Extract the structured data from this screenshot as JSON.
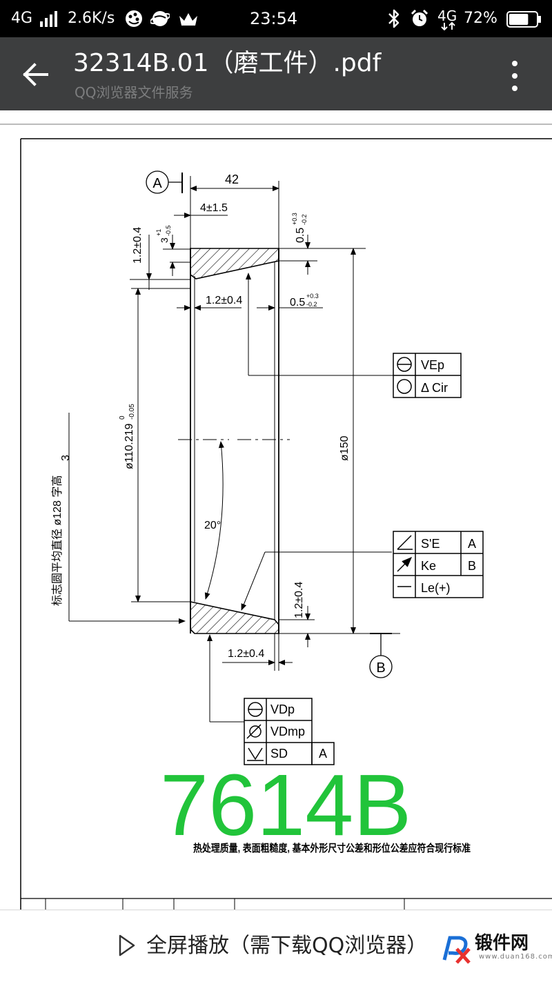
{
  "status_bar": {
    "network": "4G",
    "speed": "2.6K/s",
    "time": "23:54",
    "network_right": "4G",
    "battery_percent": "72%",
    "battery_level": 0.72,
    "icons": [
      "signal-icon",
      "app-notification-icon",
      "browser-notification-icon",
      "crown-icon",
      "bluetooth-icon",
      "alarm-icon",
      "battery-icon"
    ]
  },
  "app_bar": {
    "title": "32314B.01（磨工件）.pdf",
    "subtitle": "QQ浏览器文件服务",
    "back_icon": "back-arrow-icon",
    "menu_icon": "more-vert-icon"
  },
  "drawing": {
    "datum_a": "A",
    "datum_b": "B",
    "dim_width": "42",
    "dim_4": "4±1.5",
    "dim_3": "3",
    "dim_3_upper": "+1",
    "dim_3_lower": "-0.5",
    "dim_12_top_left": "1.2±0.4",
    "dim_05_top_base": "0.5",
    "dim_05_top_upper": "+0.3",
    "dim_05_top_lower": "-0.2",
    "dim_12_mid": "1.2±0.4",
    "dim_05_mid_base": "0.5",
    "dim_05_mid_upper": "+0.3",
    "dim_05_mid_lower": "-0.2",
    "dim_bore_base": "ø110.219",
    "dim_bore_upper": "0",
    "dim_bore_lower": "-0.05",
    "dim_od": "ø150",
    "angle": "20°",
    "dim_12_right": "1.2±0.4",
    "dim_12_bottom": "1.2±0.4",
    "side_note": "标志圆平均直径 ø128 字高",
    "side_note_num": "3",
    "fcf_top": [
      {
        "symbol": "flatness-circle-icon",
        "label": "VEp",
        "datum": ""
      },
      {
        "symbol": "circle-icon",
        "label": "Δ Cir",
        "datum": ""
      }
    ],
    "fcf_mid": [
      {
        "symbol": "angle-icon",
        "label": "S'E",
        "datum": "A"
      },
      {
        "symbol": "runout-arrow-icon",
        "label": "Ke",
        "datum": "B"
      },
      {
        "symbol": "straightness-icon",
        "label": "Le(+)",
        "datum": ""
      }
    ],
    "fcf_bottom": [
      {
        "symbol": "flatness-circle-icon",
        "label": "VDp",
        "datum": ""
      },
      {
        "symbol": "cylindricity-icon",
        "label": "VDmp",
        "datum": ""
      },
      {
        "symbol": "chevron-v-icon",
        "label": "SD",
        "datum": "A"
      }
    ],
    "part_number": "7614B",
    "part_number_color": "#21c43a",
    "note": "热处理质量, 表面粗糙度, 基本外形尺寸公差和形位公差应符合现行标准"
  },
  "bottom_bar": {
    "play_icon": "play-outline-icon",
    "play_label": "全屏播放（需下载QQ浏览器）",
    "watermark_text": "锻件网",
    "watermark_sub": "www.duan168.com"
  }
}
